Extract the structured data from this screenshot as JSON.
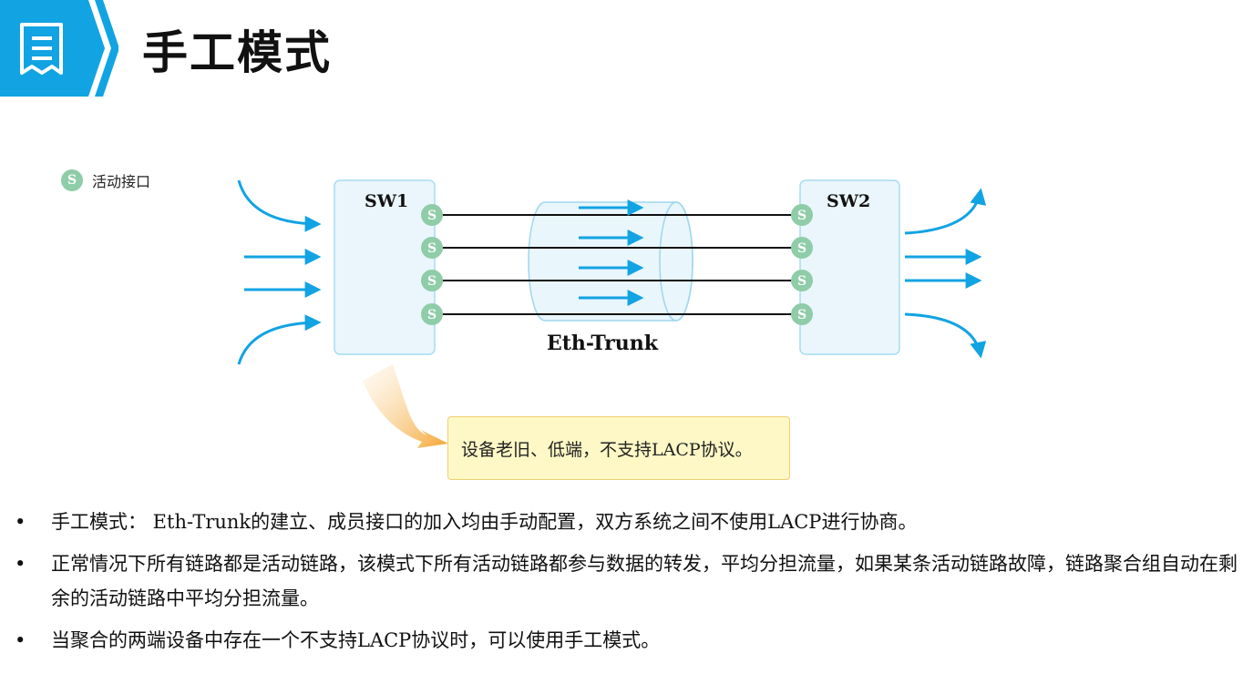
{
  "header": {
    "title": "手工模式",
    "badge_color": "#12a3e3",
    "icon": "document-list-icon"
  },
  "legend": {
    "symbol": "S",
    "label": "活动接口",
    "color": "#8fcca8"
  },
  "diagram": {
    "switch_left": "SW1",
    "switch_right": "SW2",
    "trunk_label": "Eth-Trunk",
    "port_symbol": "S",
    "link_count": 4,
    "accent_color": "#12a3e3",
    "callout_color": "#f3a531"
  },
  "callout": {
    "text": "设备老旧、低端，不支持LACP协议。"
  },
  "bullets": [
    "手工模式： Eth-Trunk的建立、成员接口的加入均由手动配置，双方系统之间不使用LACP进行协商。",
    "正常情况下所有链路都是活动链路，该模式下所有活动链路都参与数据的转发，平均分担流量，如果某条活动链路故障，链路聚合组自动在剩余的活动链路中平均分担流量。",
    "当聚合的两端设备中存在一个不支持LACP协议时，可以使用手工模式。"
  ]
}
